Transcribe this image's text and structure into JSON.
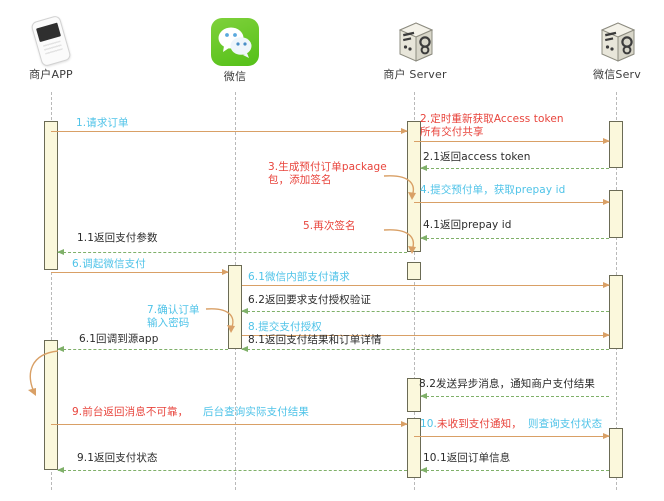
{
  "diagram": {
    "title": "WeChat Pay sequence diagram",
    "colors": {
      "solid_message": "#d9a066",
      "dashed_return": "#7fb069",
      "activation_fill": "#fbf8dc",
      "activation_stroke": "#6b6b55",
      "label_black": "#2b2b2b",
      "label_blue": "#4fc3e8",
      "label_red": "#e8443c",
      "lifeline": "#b9b9b9"
    },
    "actors": [
      {
        "id": "app",
        "name": "商户APP",
        "icon": "smartphone-icon"
      },
      {
        "id": "wechat",
        "name": "微信",
        "icon": "wechat-logo-icon"
      },
      {
        "id": "mch_server",
        "name": "商户 Server",
        "icon": "server-icon"
      },
      {
        "id": "wx_server",
        "name": "微信Serv",
        "icon": "server-icon"
      }
    ],
    "messages": [
      {
        "id": "m1",
        "text": "1.请求订单",
        "color": "blue",
        "kind": "call"
      },
      {
        "id": "m2a",
        "text": "2.定时重新获取Access token",
        "color": "red",
        "kind": "call"
      },
      {
        "id": "m2b",
        "text": "所有交付共享",
        "color": "red",
        "kind": "note"
      },
      {
        "id": "m2_1",
        "text": "2.1返回access token",
        "color": "black",
        "kind": "return"
      },
      {
        "id": "m3a",
        "text": "3.生成预付订单package",
        "color": "red",
        "kind": "self"
      },
      {
        "id": "m3b",
        "text": "包，添加签名",
        "color": "red",
        "kind": "self"
      },
      {
        "id": "m4",
        "text": "4.提交预付单，获取prepay id",
        "color": "blue",
        "kind": "call"
      },
      {
        "id": "m4_1",
        "text": "4.1返回prepay id",
        "color": "black",
        "kind": "return"
      },
      {
        "id": "m5",
        "text": "5.再次签名",
        "color": "red",
        "kind": "self"
      },
      {
        "id": "m1_1",
        "text": "1.1返回支付参数",
        "color": "black",
        "kind": "return"
      },
      {
        "id": "m6",
        "text": "6.调起微信支付",
        "color": "blue",
        "kind": "call"
      },
      {
        "id": "m6_1",
        "text": "6.1微信内部支付请求",
        "color": "blue",
        "kind": "call"
      },
      {
        "id": "m6_2",
        "text": "6.2返回要求支付授权验证",
        "color": "black",
        "kind": "return"
      },
      {
        "id": "m7a",
        "text": "7.确认订单",
        "color": "blue",
        "kind": "self"
      },
      {
        "id": "m7b",
        "text": "输入密码",
        "color": "blue",
        "kind": "self"
      },
      {
        "id": "m8",
        "text": "8.提交支付授权",
        "color": "blue",
        "kind": "call"
      },
      {
        "id": "m8_1",
        "text": "8.1返回支付结果和订单详情",
        "color": "black",
        "kind": "return"
      },
      {
        "id": "m6_1b",
        "text": "6.1回调到源app",
        "color": "black",
        "kind": "return"
      },
      {
        "id": "m8_2",
        "text": "8.2发送异步消息，通知商户支付结果",
        "color": "black",
        "kind": "return"
      },
      {
        "id": "m9a",
        "text": "9.前台返回消息不可靠，",
        "color": "red",
        "kind": "call"
      },
      {
        "id": "m9b",
        "text": "后台查询实际支付结果",
        "color": "blue",
        "kind": "call"
      },
      {
        "id": "m10a",
        "text": "10.",
        "color": "blue",
        "kind": "call"
      },
      {
        "id": "m10b",
        "text": "未收到支付通知，",
        "color": "red",
        "kind": "call"
      },
      {
        "id": "m10c",
        "text": "则查询支付状态",
        "color": "blue",
        "kind": "call"
      },
      {
        "id": "m9_1",
        "text": "9.1返回支付状态",
        "color": "black",
        "kind": "return"
      },
      {
        "id": "m10_1",
        "text": "10.1返回订单信息",
        "color": "black",
        "kind": "return"
      }
    ]
  }
}
